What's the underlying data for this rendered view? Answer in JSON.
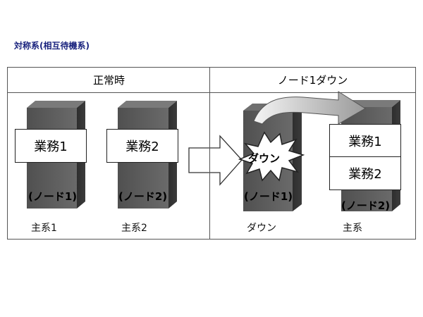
{
  "title": "対称系(相互待機系)",
  "headers": {
    "normal": "正常時",
    "node1_down": "ノード1ダウン"
  },
  "left": {
    "job1": "業務1",
    "job2": "業務2",
    "node1": "(ノード1)",
    "node2": "(ノード2)",
    "sys1": "主系1",
    "sys2": "主系2"
  },
  "right": {
    "burst": "ダウン",
    "job1": "業務1",
    "job2": "業務2",
    "node1": "(ノード1)",
    "node2": "(ノード2)",
    "status1": "ダウン",
    "status2": "主系"
  }
}
